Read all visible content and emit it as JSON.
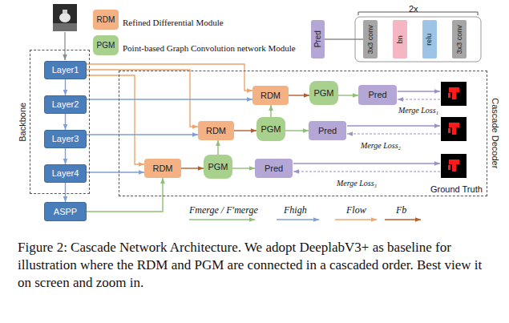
{
  "diagram": {
    "caption": "Figure 2: Cascade Network Architecture. We adopt DeeplabV3+ as baseline for illustration where the RDM and PGM are connected in a cascaded order. Best view it on screen and zoom in.",
    "nodes": [
      {
        "text": [
          "Backbone"
        ]
      },
      {
        "text": [
          "Layer1"
        ],
        "in": 0
      },
      {
        "text": [
          "Layer2"
        ],
        "in": 0
      },
      {
        "text": [
          "Layer3"
        ],
        "in": 0
      },
      {
        "text": [
          "Layer4"
        ],
        "in": 0
      },
      {
        "text": [
          "RDM"
        ]
      },
      {
        "text": [
          "PGM"
        ]
      },
      {
        "text": [
          "Pred"
        ]
      },
      {
        "text": [
          "3x3 conv"
        ]
      },
      {
        "text": [
          "bn"
        ]
      },
      {
        "text": [
          "relu"
        ]
      },
      {
        "text": [
          "3x3 conv"
        ]
      },
      {
        "text": [
          "Cascade Decoder"
        ]
      },
      {
        "text": [
          "RDM"
        ],
        "in": 12
      },
      {
        "text": [
          "PGM"
        ],
        "in": 12
      },
      {
        "text": [
          "Pred"
        ],
        "in": 12
      },
      {
        "text": [
          "RDM"
        ],
        "in": 12
      },
      {
        "text": [
          "PGM"
        ],
        "in": 12
      },
      {
        "text": [
          "Pred"
        ],
        "in": 12
      },
      {
        "text": [
          "RDM"
        ],
        "in": 12
      },
      {
        "text": [
          "PGM"
        ],
        "in": 12
      },
      {
        "text": [
          "Pred"
        ],
        "in": 12
      },
      {
        "text": [
          "ASPP"
        ]
      }
    ],
    "edges": [
      {
        "from": 1,
        "to": 2,
        "arrow": "to"
      },
      {
        "from": 2,
        "to": 3,
        "arrow": "to"
      },
      {
        "from": 3,
        "to": 4,
        "arrow": "to"
      },
      {
        "from": 4,
        "to": 22,
        "arrow": "to"
      },
      {
        "from": 1,
        "to": 13,
        "arrow": "to"
      },
      {
        "from": 1,
        "to": 16,
        "arrow": "to"
      },
      {
        "from": 1,
        "to": 19,
        "arrow": "to"
      },
      {
        "from": 2,
        "to": 13,
        "arrow": "to"
      },
      {
        "from": 3,
        "to": 16,
        "arrow": "to"
      },
      {
        "from": 4,
        "to": 19,
        "arrow": "to"
      },
      {
        "from": 22,
        "to": 19,
        "arrow": "to"
      },
      {
        "from": 13,
        "to": 14,
        "arrow": "to"
      },
      {
        "from": 16,
        "to": 17,
        "arrow": "to"
      },
      {
        "from": 19,
        "to": 20,
        "arrow": "to"
      },
      {
        "from": 20,
        "to": 16,
        "arrow": "to"
      },
      {
        "from": 17,
        "to": 13,
        "arrow": "to"
      },
      {
        "from": 14,
        "to": 15,
        "arrow": "to"
      },
      {
        "from": 17,
        "to": 18,
        "arrow": "to"
      },
      {
        "from": 20,
        "to": 21,
        "arrow": "to"
      },
      {
        "from": 7,
        "to": 8,
        "arrow": "none"
      }
    ],
    "labels": [
      "Refined Differential Module",
      "Point-based Graph Convolution network Module",
      "2x",
      "Merge Loss₁",
      "Merge Loss₂",
      "Merge Loss₃",
      "Ground Truth"
    ],
    "legend": [
      {
        "text": "Fmerge / F′merge"
      },
      {
        "text": "Fhigh"
      },
      {
        "text": "Flow"
      },
      {
        "text": "Fb"
      }
    ]
  }
}
